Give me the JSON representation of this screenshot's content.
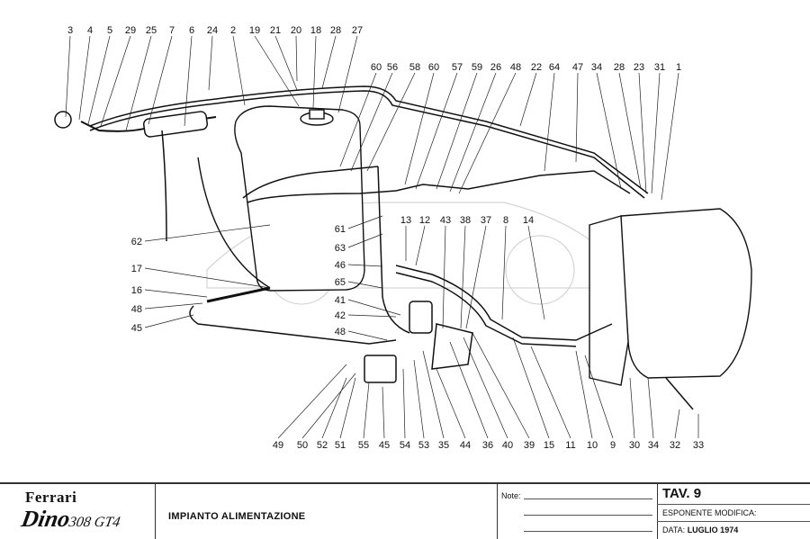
{
  "diagram": {
    "callouts_top": [
      "3",
      "4",
      "5",
      "29",
      "25",
      "7",
      "6",
      "24",
      "2",
      "19",
      "21",
      "20",
      "18",
      "28",
      "27"
    ],
    "callouts_top2": [
      "60",
      "56",
      "58",
      "60",
      "57",
      "59",
      "26",
      "48",
      "22",
      "64",
      "47",
      "34",
      "28",
      "23",
      "31",
      "1"
    ],
    "callouts_left": [
      "62",
      "17",
      "16",
      "48",
      "45"
    ],
    "callouts_mid_left": [
      "61",
      "63",
      "46",
      "65",
      "41",
      "42",
      "48"
    ],
    "callouts_mid_top": [
      "13",
      "12",
      "43",
      "38",
      "37",
      "8",
      "14"
    ],
    "callouts_bottom": [
      "49",
      "50",
      "52",
      "51",
      "55",
      "45",
      "54",
      "53",
      "35",
      "44",
      "36",
      "40",
      "39",
      "15",
      "11",
      "10",
      "9",
      "30",
      "34",
      "32",
      "33"
    ]
  },
  "titleblock": {
    "brand": "Ferrari",
    "model_script": "Dino",
    "model_suffix": "308 GT4",
    "title": "IMPIANTO ALIMENTAZIONE",
    "notes_label": "Note:",
    "plate": "TAV. 9",
    "modification_label": "ESPONENTE MODIFICA:",
    "date_label": "DATA:",
    "date_value": "LUGLIO 1974"
  }
}
